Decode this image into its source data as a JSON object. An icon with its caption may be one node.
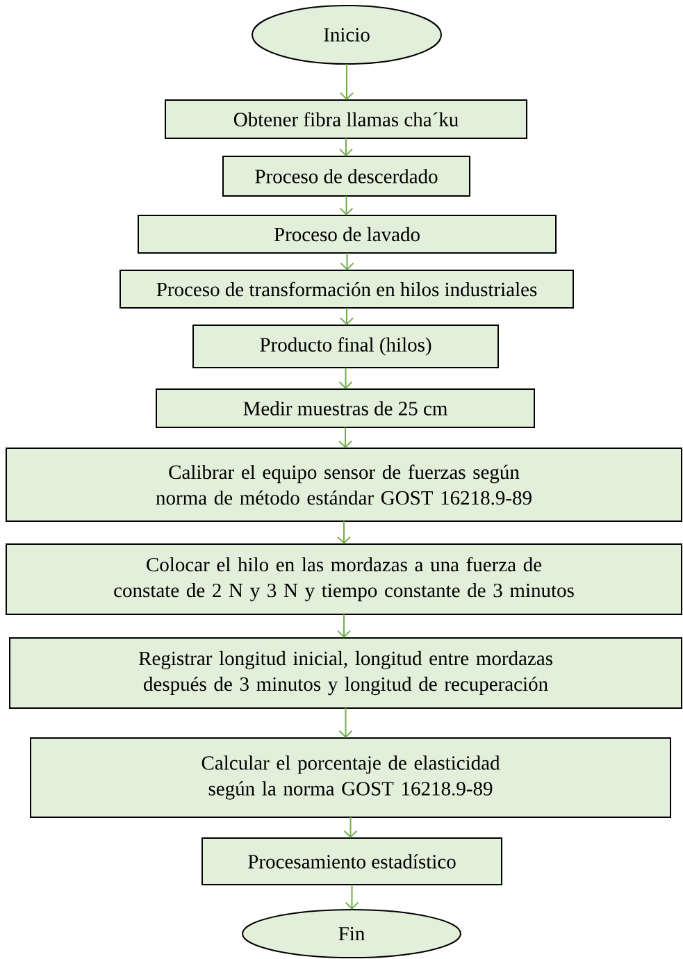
{
  "diagram": {
    "nodes": [
      {
        "text": [
          "Inicio"
        ]
      },
      {
        "text": [
          "Obtener fibra llamas cha´ku"
        ]
      },
      {
        "text": [
          "Proceso de descerdado"
        ]
      },
      {
        "text": [
          "Proceso de lavado"
        ]
      },
      {
        "text": [
          "Proceso de transformación en hilos industriales"
        ]
      },
      {
        "text": [
          "Producto final (hilos)"
        ]
      },
      {
        "text": [
          "Medir muestras de 25 cm"
        ]
      },
      {
        "text": [
          "Calibrar el equipo sensor de fuerzas según norma de método estándar GOST 16218.9-89"
        ]
      },
      {
        "text": [
          "Colocar el hilo en las mordazas a una fuerza de constate de 2 N y 3 N y tiempo constante de 3 minutos"
        ]
      },
      {
        "text": [
          "Registrar longitud inicial, longitud entre mordazas después de 3 minutos y longitud de recuperación"
        ]
      },
      {
        "text": [
          "Calcular el porcentaje de elasticidad según la norma GOST 16218.9-89"
        ]
      },
      {
        "text": [
          "Procesamiento estadístico"
        ]
      },
      {
        "text": [
          "Fin"
        ]
      }
    ],
    "edges": [
      {
        "from": 0,
        "to": 1,
        "arrow": "to"
      },
      {
        "from": 1,
        "to": 2,
        "arrow": "to"
      },
      {
        "from": 2,
        "to": 3,
        "arrow": "to"
      },
      {
        "from": 3,
        "to": 4,
        "arrow": "to"
      },
      {
        "from": 4,
        "to": 5,
        "arrow": "to"
      },
      {
        "from": 5,
        "to": 6,
        "arrow": "to"
      },
      {
        "from": 6,
        "to": 7,
        "arrow": "to"
      },
      {
        "from": 7,
        "to": 8,
        "arrow": "to"
      },
      {
        "from": 8,
        "to": 9,
        "arrow": "to"
      },
      {
        "from": 9,
        "to": 10,
        "arrow": "to"
      },
      {
        "from": 10,
        "to": 11,
        "arrow": "to"
      },
      {
        "from": 11,
        "to": 12,
        "arrow": "to"
      }
    ]
  }
}
